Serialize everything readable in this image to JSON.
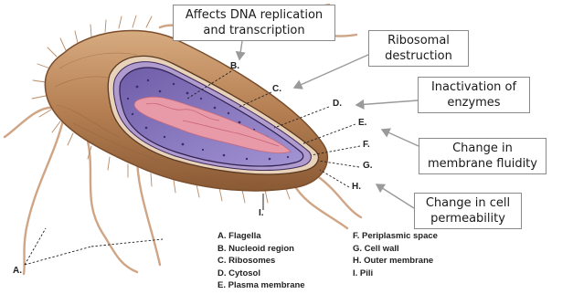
{
  "callouts": {
    "dna": [
      "Affects DNA replication",
      "and transcription"
    ],
    "ribosomal": [
      "Ribosomal",
      "destruction"
    ],
    "enzymes": [
      "Inactivation of",
      "enzymes"
    ],
    "fluidity": [
      "Change in",
      "membrane fluidity"
    ],
    "permeability": [
      "Change in cell",
      "permeability"
    ]
  },
  "labels": {
    "a": "A.",
    "b": "B.",
    "c": "C.",
    "d": "D.",
    "e": "E.",
    "f": "F.",
    "g": "G.",
    "h": "H.",
    "i": "I."
  },
  "legend": {
    "left": [
      "A. Flagella",
      "B. Nucleoid region",
      "C. Ribosomes",
      "D. Cytosol",
      "E. Plasma membrane"
    ],
    "right": [
      "F. Periplasmic space",
      "G. Cell wall",
      "H. Outer membrane",
      "I. Pili"
    ]
  },
  "colors": {
    "cell_body": "#b9855a",
    "cell_wall": "#e6cfb7",
    "periplasm": "#a990c8",
    "cytoplasm": "#8e79c2",
    "nucleoid": "#e79aa7",
    "callout_border": "#8a8a8a",
    "arrow": "#9a9a9a"
  }
}
